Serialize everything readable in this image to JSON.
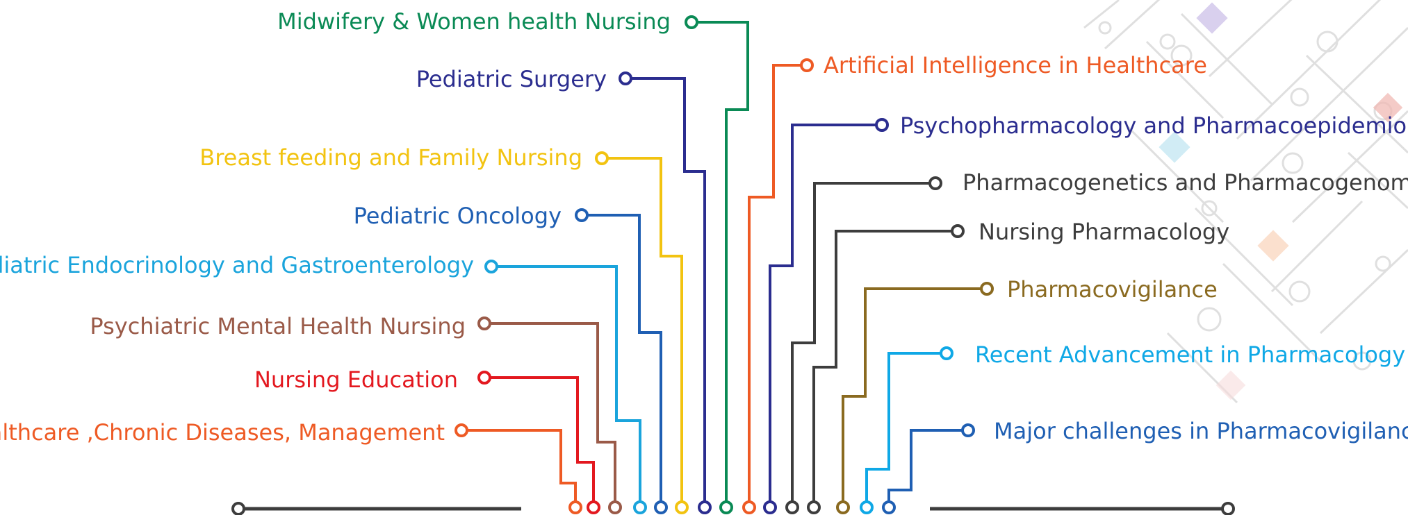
{
  "colors": {
    "green": "#0a8a55",
    "navy": "#2b2d8f",
    "yellow": "#f2c310",
    "blue": "#1f5fb3",
    "cyan": "#1aa4dc",
    "brown": "#9a5a48",
    "red": "#e3181f",
    "orange": "#ee5a24",
    "gray": "#3d3d3d",
    "olive": "#8a6a20",
    "blue_light": "#0fa8e6"
  },
  "left_topics": [
    {
      "label": "Midwifery & Women health Nursing",
      "color": "#0a8a55",
      "icon": "circle-node-icon"
    },
    {
      "label": "Pediatric Surgery",
      "color": "#2b2d8f",
      "icon": "circle-node-icon"
    },
    {
      "label": "Breast feeding and Family Nursing",
      "color": "#f2c310",
      "icon": "circle-node-icon"
    },
    {
      "label": "Pediatric Oncology",
      "color": "#1f5fb3",
      "icon": "circle-node-icon"
    },
    {
      "label": "Pediatric Endocrinology and Gastroenterology",
      "color": "#1aa4dc",
      "icon": "circle-node-icon"
    },
    {
      "label": "Psychiatric Mental Health Nursing",
      "color": "#9a5a48",
      "icon": "circle-node-icon"
    },
    {
      "label": "Nursing Education",
      "color": "#e3181f",
      "icon": "circle-node-icon"
    },
    {
      "label": "Healthcare ,Chronic Diseases, Management",
      "color": "#ee5a24",
      "icon": "circle-node-icon"
    }
  ],
  "right_topics": [
    {
      "label": "Artificial Intelligence in Healthcare",
      "color": "#ee5a24",
      "icon": "circle-node-icon"
    },
    {
      "label": "Psychopharmacology and Pharmacoepidemiology",
      "color": "#2b2d8f",
      "icon": "circle-node-icon"
    },
    {
      "label": "Pharmacogenetics and Pharmacogenomics",
      "color": "#3d3d3d",
      "icon": "circle-node-icon"
    },
    {
      "label": "Nursing Pharmacology",
      "color": "#3d3d3d",
      "icon": "circle-node-icon"
    },
    {
      "label": "Pharmacovigilance",
      "color": "#8a6a20",
      "icon": "circle-node-icon"
    },
    {
      "label": "Recent Advancement in Pharmacology",
      "color": "#0fa8e6",
      "icon": "circle-node-icon"
    },
    {
      "label": "Major challenges in Pharmacovigilance",
      "color": "#1f5fb3",
      "icon": "circle-node-icon"
    }
  ],
  "baseline_color": "#3d3d3d"
}
